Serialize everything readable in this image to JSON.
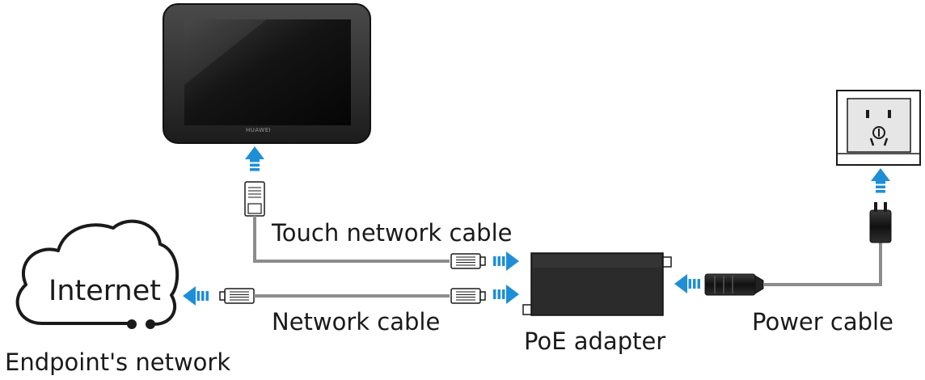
{
  "labels": {
    "touch_cable": "Touch network cable",
    "network_cable": "Network cable",
    "poe_adapter": "PoE adapter",
    "power_cable": "Power cable",
    "endpoint_network": "Endpoint's network",
    "internet": "Internet",
    "brand": "HUAWEI"
  },
  "colors": {
    "arrow": "#1e8fd6",
    "cable": "#8c8c8c",
    "device": "#2b2b2b",
    "outline": "#1a1a1a"
  }
}
